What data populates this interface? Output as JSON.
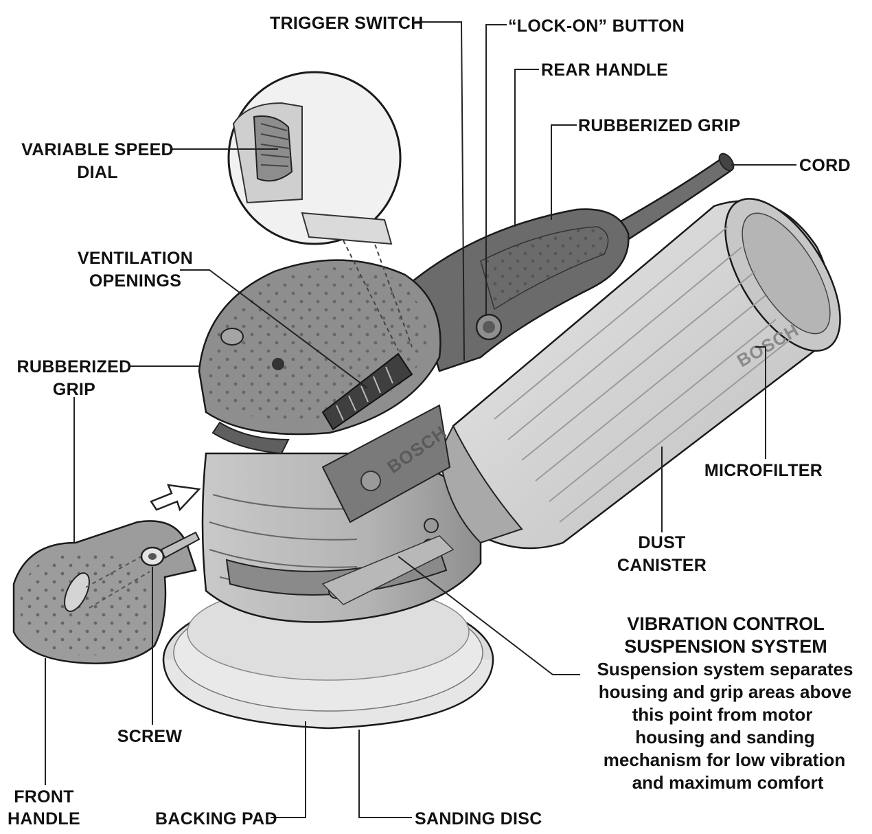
{
  "labels": {
    "trigger_switch": "TRIGGER SWITCH",
    "lock_on_button": "“LOCK-ON” BUTTON",
    "rear_handle": "REAR HANDLE",
    "rubberized_grip_top": "RUBBERIZED GRIP",
    "cord": "CORD",
    "variable_speed_dial": [
      "VARIABLE SPEED",
      "DIAL"
    ],
    "ventilation_openings": [
      "VENTILATION",
      "OPENINGS"
    ],
    "rubberized_grip_left": [
      "RUBBERIZED",
      "GRIP"
    ],
    "microfilter": "MICROFILTER",
    "dust_canister": [
      "DUST",
      "CANISTER"
    ],
    "screw": "SCREW",
    "front_handle": [
      "FRONT",
      "HANDLE"
    ],
    "backing_pad": "BACKING PAD",
    "sanding_disc": "SANDING DISC"
  },
  "note": {
    "title": [
      "VIBRATION CONTROL",
      "SUSPENSION SYSTEM"
    ],
    "body": [
      "Suspension system separates",
      "housing and grip areas above",
      "this point from motor",
      "housing and sanding",
      "mechanism for low vibration",
      "and maximum comfort"
    ]
  },
  "brand_marks": {
    "canister": "BOSCH",
    "housing": "BOSCH"
  },
  "colors": {
    "line": "#1a1a1a",
    "dark_body": "#6b6b6b",
    "mid_body": "#9a9a9a",
    "light_body": "#cfcfcf",
    "pad": "#e3e3e3",
    "canister": "#d9d9d9"
  }
}
